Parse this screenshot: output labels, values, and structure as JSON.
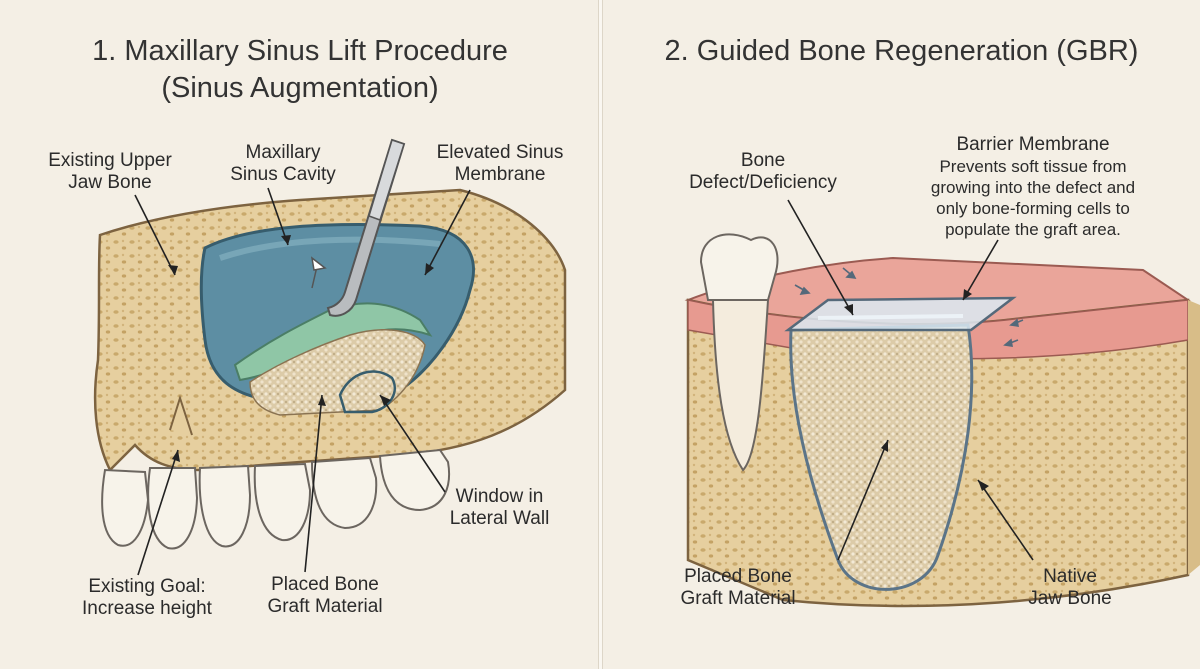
{
  "left": {
    "title_line1": "1. Maxillary Sinus Lift Procedure",
    "title_line2": "(Sinus Augmentation)",
    "labels": {
      "upper_jaw_1": "Existing Upper",
      "upper_jaw_2": "Jaw Bone",
      "sinus_cavity_1": "Maxillary",
      "sinus_cavity_2": "Sinus Cavity",
      "elevated_membrane_1": "Elevated Sinus",
      "elevated_membrane_2": "Membrane",
      "window_1": "Window in",
      "window_2": "Lateral Wall",
      "goal_1": "Existing Goal:",
      "goal_2": "Increase height",
      "graft_1": "Placed Bone",
      "graft_2": "Graft Material"
    }
  },
  "right": {
    "title": "2. Guided Bone Regeneration (GBR)",
    "labels": {
      "defect_1": "Bone",
      "defect_2": "Defect/Deficiency",
      "barrier_title": "Barrier Membrane",
      "barrier_desc_1": "Prevents soft tissue from",
      "barrier_desc_2": "growing into the defect and",
      "barrier_desc_3": "only bone-forming cells to",
      "barrier_desc_4": "populate the graft area.",
      "graft_1": "Placed Bone",
      "graft_2": "Graft Material",
      "native_1": "Native",
      "native_2": "Jaw Bone"
    }
  },
  "colors": {
    "background": "#f4efe5",
    "bone": "#e8d3a8",
    "bone_outline": "#8a6e48",
    "sinus": "#5f8ea0",
    "membrane": "#8fc4a4",
    "graft": "#d8c8a4",
    "gum": "#e9a39a",
    "tooth": "#f7f3ea"
  }
}
